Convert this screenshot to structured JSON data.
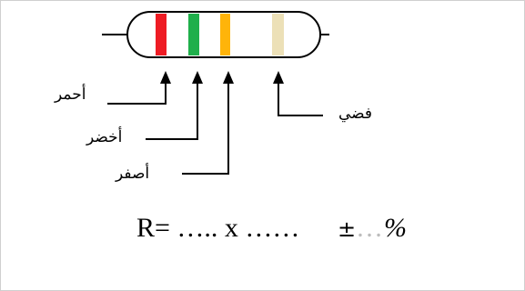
{
  "bands": [
    {
      "label": "أحمر",
      "color": "#ee1c24"
    },
    {
      "label": "أخضر",
      "color": "#1faf4b"
    },
    {
      "label": "أصفر",
      "color": "#ffb40a"
    },
    {
      "label": "فضي",
      "color": "#ece0b7"
    }
  ],
  "formula": {
    "lead": "R= ….. x …… ",
    "pm": "±",
    "grey_dots": "…",
    "percent": "%"
  }
}
